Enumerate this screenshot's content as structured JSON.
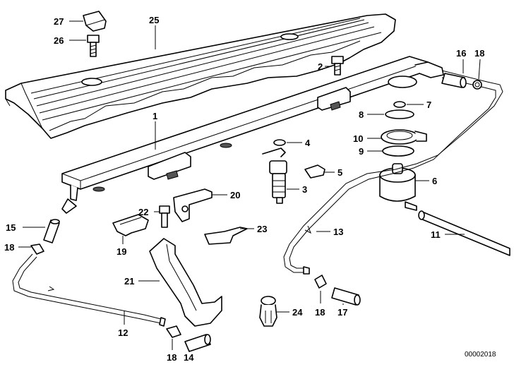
{
  "diagram": {
    "code": "00002018",
    "callouts": [
      "27",
      "26",
      "25",
      "2",
      "16",
      "18",
      "1",
      "8",
      "7",
      "4",
      "10",
      "9",
      "6",
      "5",
      "3",
      "20",
      "22",
      "15",
      "18",
      "19",
      "23",
      "13",
      "11",
      "21",
      "24",
      "18",
      "17",
      "12",
      "18",
      "14"
    ]
  }
}
